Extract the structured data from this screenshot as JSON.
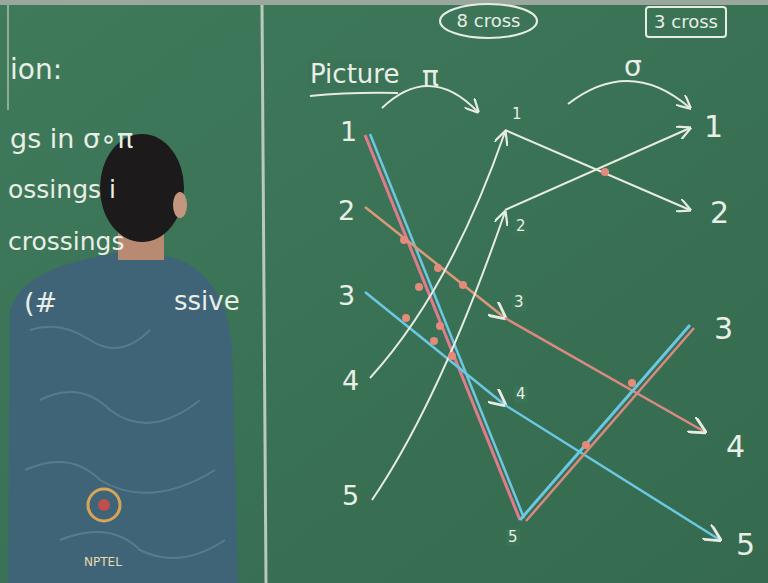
{
  "diagram": {
    "nodes": [
      {
        "text": [
          "8 cross"
        ]
      },
      {
        "text": [
          "3 cross"
        ]
      }
    ],
    "labels": [
      "ion:",
      "gs in σ∘π",
      "ossings i",
      "crossings",
      "(#",
      "ssive",
      "Picture",
      "π",
      "σ",
      "1",
      "2",
      "3",
      "4",
      "5",
      "1",
      "2",
      "3",
      "4",
      "5",
      "1",
      "2",
      "3",
      "4",
      "5",
      "NPTEL"
    ]
  }
}
